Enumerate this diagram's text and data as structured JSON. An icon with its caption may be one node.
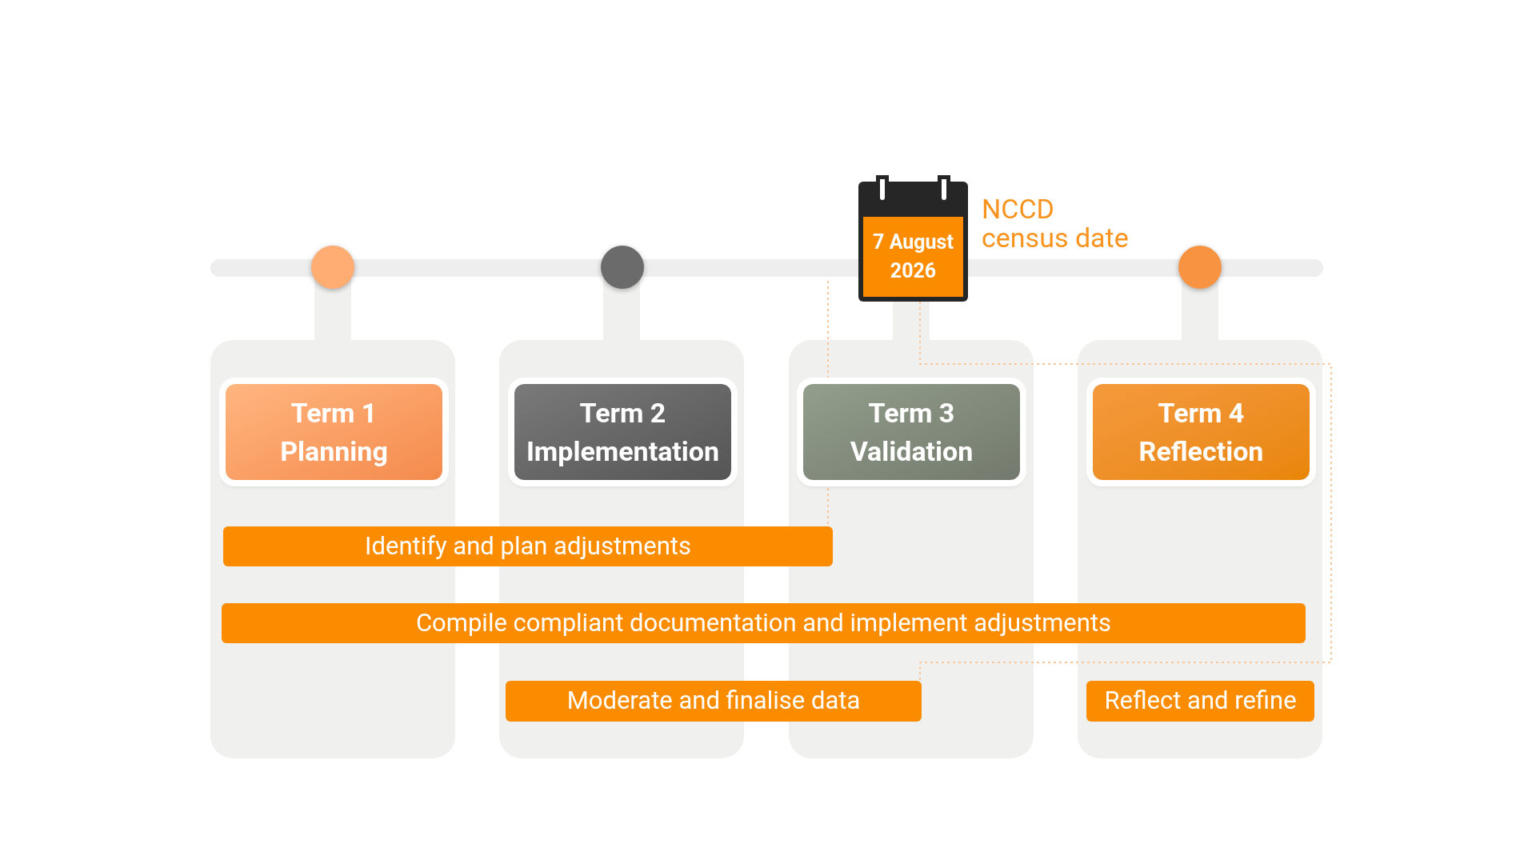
{
  "diagram": {
    "nodes": [
      {
        "text": [
          "Term 1",
          "Planning"
        ]
      },
      {
        "text": [
          "Term 2",
          "Implementation"
        ]
      },
      {
        "text": [
          "Term 3",
          "Validation"
        ]
      },
      {
        "text": [
          "Term 4",
          "Reflection"
        ]
      },
      {
        "text": [
          "7 August 2026"
        ],
        "beside": [
          "NCCD census date"
        ]
      },
      {
        "text": [
          "Identify and plan adjustments"
        ]
      },
      {
        "text": [
          "Compile compliant documentation and implement adjustments"
        ]
      },
      {
        "text": [
          "Moderate and finalise data"
        ]
      },
      {
        "text": [
          "Reflect and refine"
        ]
      }
    ],
    "edges": [
      {
        "from": 4,
        "to": 7,
        "arrow": "none",
        "style": "dashed",
        "color": "#f9c79a"
      }
    ]
  }
}
